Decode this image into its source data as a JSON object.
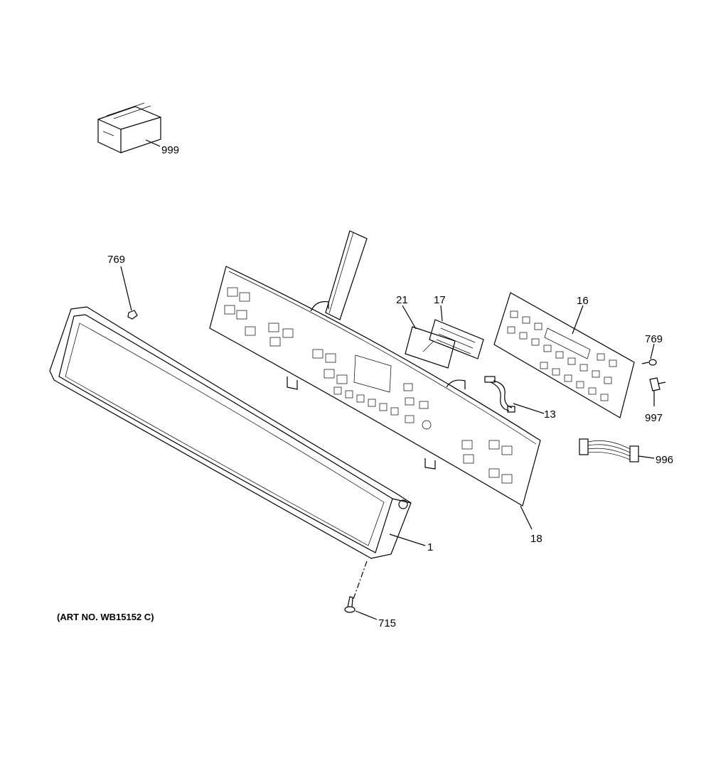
{
  "diagram": {
    "art_number": "(ART NO. WB15152 C)",
    "callouts": [
      {
        "id": "999",
        "part": "box"
      },
      {
        "id": "769",
        "part": "nut-left"
      },
      {
        "id": "21",
        "part": "display-window"
      },
      {
        "id": "17",
        "part": "grille"
      },
      {
        "id": "16",
        "part": "control-board"
      },
      {
        "id": "769",
        "part": "screw-right"
      },
      {
        "id": "997",
        "part": "connector"
      },
      {
        "id": "13",
        "part": "wire-harness"
      },
      {
        "id": "996",
        "part": "ribbon-cable"
      },
      {
        "id": "18",
        "part": "control-panel"
      },
      {
        "id": "1",
        "part": "trim-frame"
      },
      {
        "id": "715",
        "part": "screw"
      }
    ]
  }
}
